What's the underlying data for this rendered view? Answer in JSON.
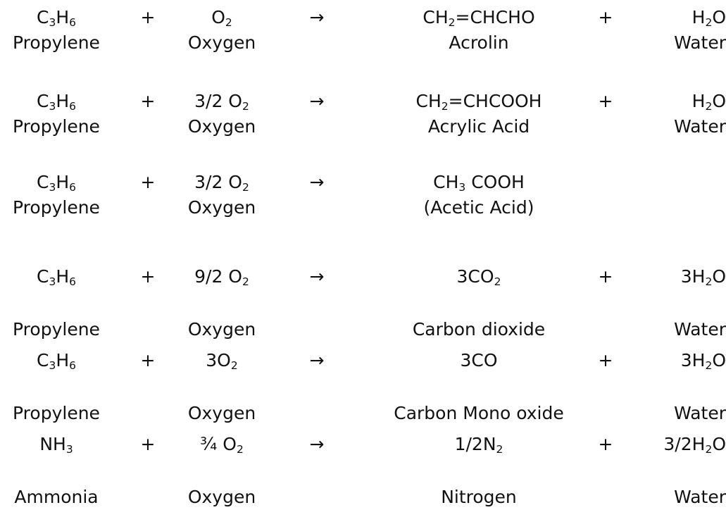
{
  "plus": "+",
  "arrow": "→",
  "rows": [
    {
      "formula": {
        "r1": {
          "a": "C",
          "s1": "3",
          "b": "H",
          "s2": "6"
        },
        "r2": {
          "a": "O",
          "s1": "2"
        },
        "p1": {
          "a": "CH",
          "s1": "2",
          "b": "=CHCHO"
        },
        "p2": {
          "a": "H",
          "s1": "2",
          "b": "O"
        }
      },
      "names": {
        "r1": "Propylene",
        "r2": "Oxygen",
        "p1": "Acrolin",
        "p2": "Water"
      }
    },
    {
      "formula": {
        "r1": {
          "a": "C",
          "s1": "3",
          "b": "H",
          "s2": "6"
        },
        "r2": {
          "a": "3/2 O",
          "s1": "2"
        },
        "p1": {
          "a": "CH",
          "s1": "2",
          "b": "=CHCOOH"
        },
        "p2": {
          "a": "H",
          "s1": "2",
          "b": "O"
        }
      },
      "names": {
        "r1": "Propylene",
        "r2": "Oxygen",
        "p1": "Acrylic Acid",
        "p2": "Water"
      }
    },
    {
      "formula": {
        "r1": {
          "a": "C",
          "s1": "3",
          "b": "H",
          "s2": "6"
        },
        "r2": {
          "a": "3/2 O",
          "s1": "2"
        },
        "p1": {
          "a": "CH",
          "s1": "3",
          "b": " COOH"
        }
      },
      "names": {
        "r1": "Propylene",
        "r2": "Oxygen",
        "p1": "(Acetic Acid)"
      }
    },
    {
      "formula": {
        "r1": {
          "a": "C",
          "s1": "3",
          "b": "H",
          "s2": "6"
        },
        "r2": {
          "a": "9/2 O",
          "s1": "2"
        },
        "p1": {
          "a": "3CO",
          "s1": "2"
        },
        "p2": {
          "a": "3H",
          "s1": "2",
          "b": "O"
        }
      },
      "names": {
        "r1": "Propylene",
        "r2": "Oxygen",
        "p1": "Carbon dioxide",
        "p2": "Water"
      }
    },
    {
      "formula": {
        "r1": {
          "a": "C",
          "s1": "3",
          "b": "H",
          "s2": "6"
        },
        "r2": {
          "a": "3O",
          "s1": "2"
        },
        "p1": {
          "a": "3CO"
        },
        "p2": {
          "a": "3H",
          "s1": "2",
          "b": "O"
        }
      },
      "names": {
        "r1": "Propylene",
        "r2": "Oxygen",
        "p1": "Carbon Mono oxide",
        "p2": "Water"
      }
    },
    {
      "formula": {
        "r1": {
          "a": "NH",
          "s1": "3"
        },
        "r2": {
          "a": "¾ O",
          "s1": "2"
        },
        "p1": {
          "a": "1/2N",
          "s1": "2"
        },
        "p2": {
          "a": "3/2H",
          "s1": "2",
          "b": "O"
        }
      },
      "names": {
        "r1": "Ammonia",
        "r2": "Oxygen",
        "p1": "Nitrogen",
        "p2": "Water"
      }
    }
  ]
}
